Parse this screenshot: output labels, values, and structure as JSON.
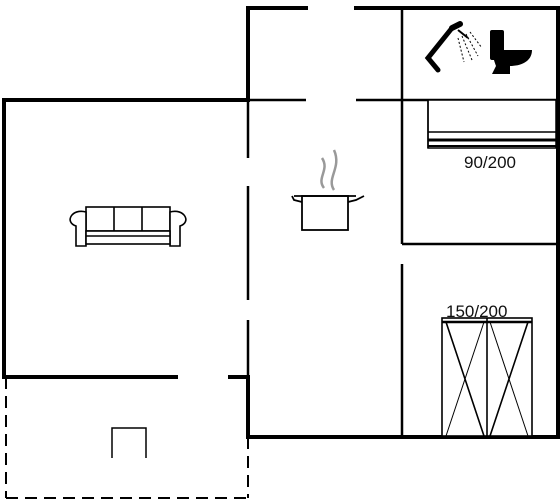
{
  "floorplan": {
    "labels": {
      "single_bed": "90/200",
      "double_bed": "150/200"
    },
    "rooms": [
      {
        "kind": "living-room",
        "icon": "sofa-icon"
      },
      {
        "kind": "kitchen",
        "icon": "cooking-pot-icon"
      },
      {
        "kind": "bathroom",
        "icons": [
          "shower-icon",
          "toilet-icon"
        ]
      },
      {
        "kind": "bedroom-single",
        "icon": "single-bed-icon"
      },
      {
        "kind": "bedroom-double",
        "icon": "double-bed-icon"
      },
      {
        "kind": "terrace",
        "icon": "terrace-chair-icon"
      }
    ],
    "colors": {
      "walls": "#000000",
      "background": "#ffffff"
    }
  }
}
